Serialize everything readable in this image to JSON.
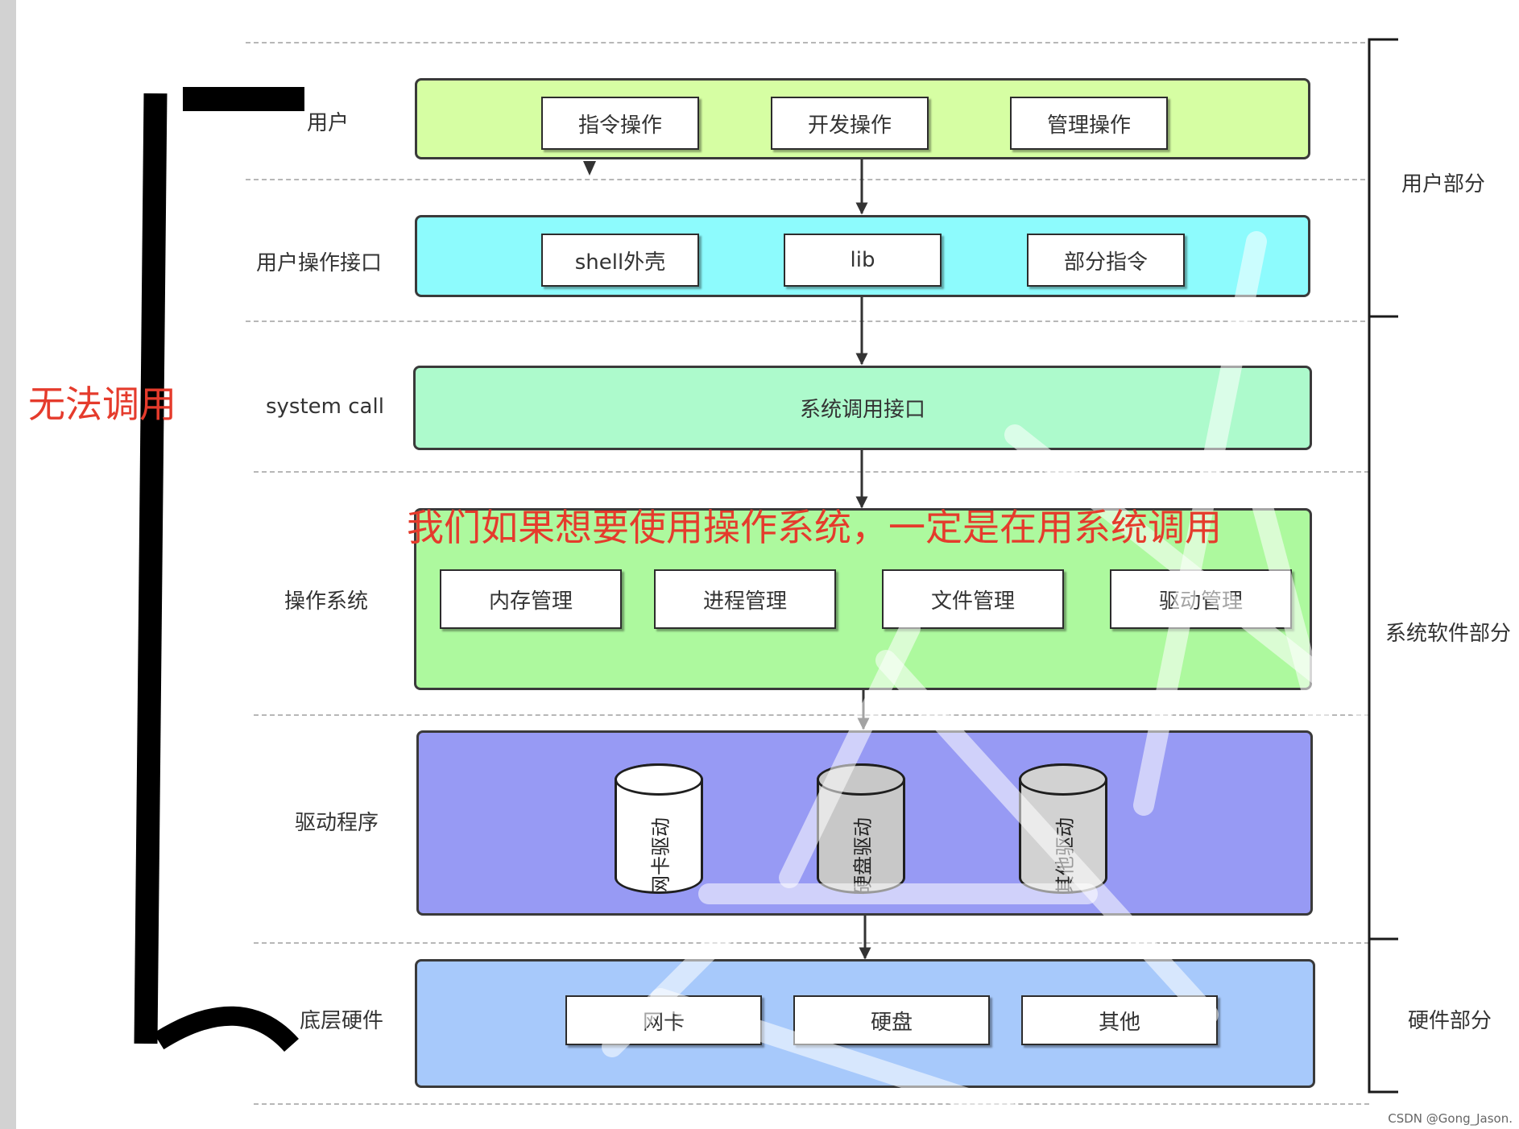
{
  "rows": {
    "user": "用户",
    "ui": "用户操作接口",
    "syscall": "system call",
    "os": "操作系统",
    "driver": "驱动程序",
    "hw": "底层硬件"
  },
  "user_boxes": [
    "指令操作",
    "开发操作",
    "管理操作"
  ],
  "ui_boxes": [
    "shell外壳",
    "lib",
    "部分指令"
  ],
  "syscall_box": "系统调用接口",
  "os_boxes": [
    "内存管理",
    "进程管理",
    "文件管理",
    "驱动管理"
  ],
  "drivers": [
    "网卡驱动",
    "硬盘驱动",
    "其他驱动"
  ],
  "hw_boxes": [
    "网卡",
    "硬盘",
    "其他"
  ],
  "sides": {
    "user_part": "用户部分",
    "sys_part": "系统软件部分",
    "hw_part": "硬件部分"
  },
  "annotations": {
    "cannot_call": "无法调用",
    "os_note": "我们如果想要使用操作系统，一定是在用系统调用"
  },
  "credit": "CSDN @Gong_Jason.",
  "colors": {
    "user_layer": "#d6fea3",
    "ui_layer": "#8dfbfd",
    "syscall_layer": "#adfacc",
    "os_layer": "#adf99e",
    "driver_layer": "#979af4",
    "hw_layer": "#a7c9fb",
    "annotation_red": "#e53b2c"
  }
}
